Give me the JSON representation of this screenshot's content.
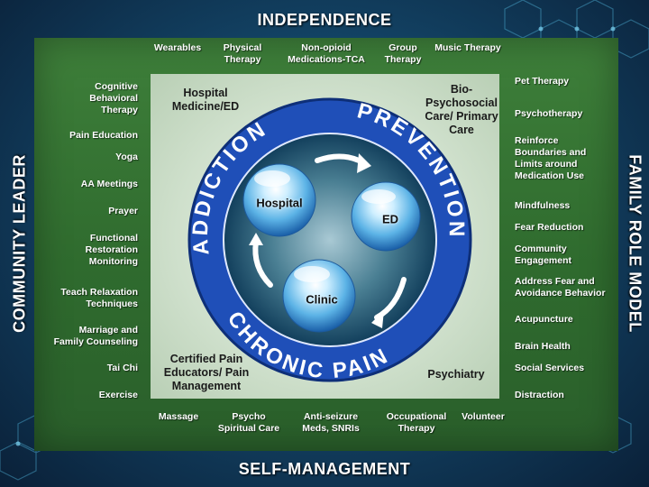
{
  "edges": {
    "top": "INDEPENDENCE",
    "bottom": "SELF-MANAGEMENT",
    "left": "COMMUNITY LEADER",
    "right": "FAMILY ROLE MODEL"
  },
  "top_items": [
    {
      "l1": "",
      "l2": "Wearables"
    },
    {
      "l1": "Physical",
      "l2": "Therapy"
    },
    {
      "l1": "Non-opioid",
      "l2": "Medications-TCA"
    },
    {
      "l1": "Group",
      "l2": "Therapy"
    },
    {
      "l1": "",
      "l2": "Music Therapy"
    }
  ],
  "bottom_items": [
    {
      "l1": "Massage",
      "l2": ""
    },
    {
      "l1": "Psycho",
      "l2": "Spiritual Care"
    },
    {
      "l1": "Anti-seizure",
      "l2": "Meds, SNRIs"
    },
    {
      "l1": "Occupational",
      "l2": "Therapy"
    },
    {
      "l1": "Volunteer",
      "l2": ""
    }
  ],
  "left_items": [
    "Cognitive\nBehavioral\nTherapy",
    "Pain Education",
    "Yoga",
    "AA Meetings",
    "Prayer",
    "Functional\nRestoration\nMonitoring",
    "Teach Relaxation\nTechniques",
    "Marriage and\nFamily Counseling",
    "Tai Chi",
    "Exercise"
  ],
  "right_items": [
    "Pet Therapy",
    "Psychotherapy",
    "Reinforce\nBoundaries and\nLimits around\nMedication Use",
    "Mindfulness",
    "Fear Reduction",
    "Community\nEngagement",
    "Address Fear and\nAvoidance Behavior",
    "Acupuncture",
    "Brain Health",
    "Social Services",
    "Distraction"
  ],
  "corners": {
    "top_left": "Hospital\nMedicine/ED",
    "top_right": "Bio-\nPsychosocial\nCare/ Primary\nCare",
    "bottom_left": "Certified Pain\nEducators/ Pain\nManagement",
    "bottom_right": "Psychiatry"
  },
  "ring": {
    "top_left": "ADDICTION",
    "top_right": "PREVENTION",
    "bottom": "CHRONIC PAIN",
    "color": "#1f4fb8"
  },
  "spheres": [
    "Hospital",
    "ED",
    "Clinic"
  ]
}
